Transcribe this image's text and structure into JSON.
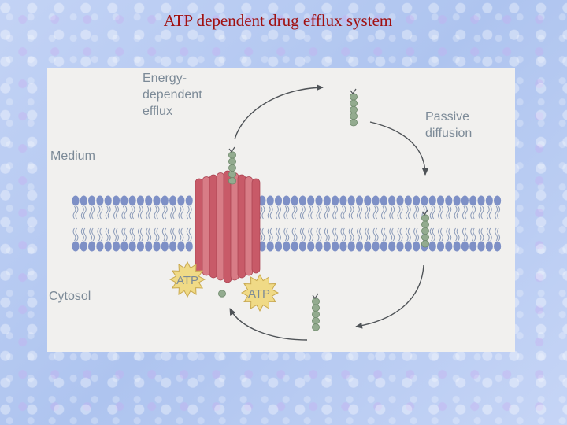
{
  "slide": {
    "title": "ATP dependent drug efflux system"
  },
  "diagram": {
    "labels": {
      "energy_dependent_efflux": "Energy-\ndependent\nefflux",
      "passive_diffusion": "Passive\ndiffusion",
      "medium": "Medium",
      "cytosol": "Cytosol"
    },
    "atp_badges": [
      "ATP",
      "ATP"
    ],
    "colors": {
      "panel": "#f1f0ee",
      "lipid_head": "#7e90c6",
      "protein": "#cc5d69",
      "drug_bead": "#93ab8f",
      "atp_burst": "#f0da86",
      "arrow": "#4f5357",
      "label_text": "#7c8a97",
      "title_text": "#a01010"
    }
  }
}
